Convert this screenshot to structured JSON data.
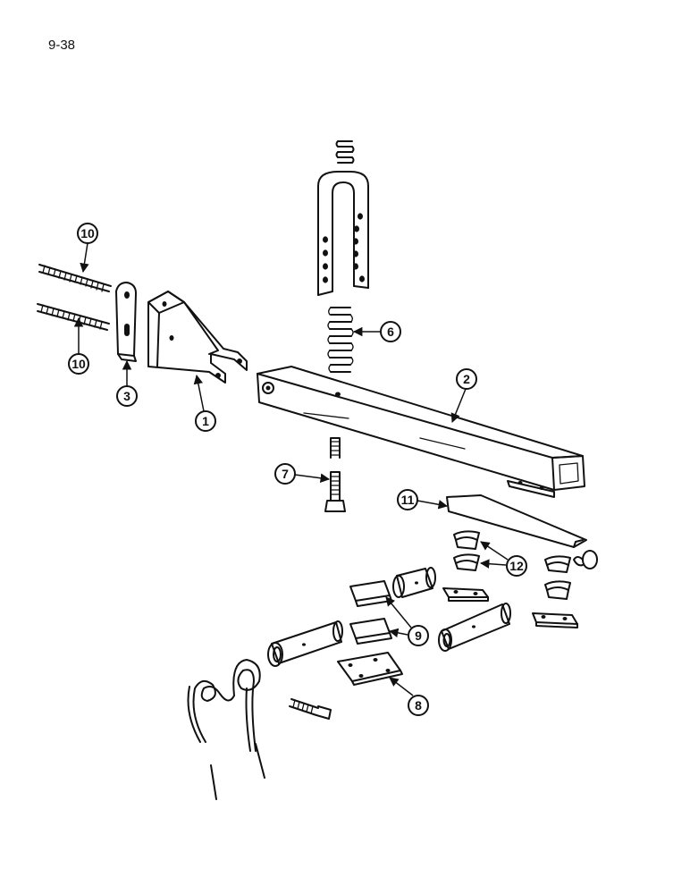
{
  "page_number": "9-38",
  "callouts": {
    "c1": "1",
    "c2": "2",
    "c3": "3",
    "c6": "6",
    "c7": "7",
    "c8": "8",
    "c9": "9",
    "c10a": "10",
    "c10b": "10",
    "c11": "11",
    "c12": "12"
  }
}
